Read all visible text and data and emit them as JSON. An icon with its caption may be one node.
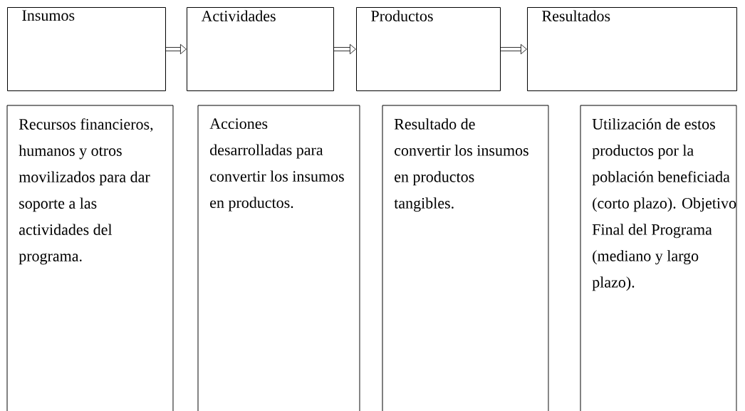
{
  "diagram": {
    "nodes": [
      {
        "text": [
          "Insumos"
        ]
      },
      {
        "text": [
          "Actividades"
        ]
      },
      {
        "text": [
          "Productos"
        ]
      },
      {
        "text": [
          "Resultados"
        ]
      },
      {
        "text": [
          "Recursos financieros, humanos y otros movilizados para dar soporte a las actividades del programa."
        ]
      },
      {
        "text": [
          "Acciones desarrolladas para convertir los insumos en productos."
        ]
      },
      {
        "text": [
          "Resultado de convertir los insumos en productos tangibles."
        ]
      },
      {
        "text": [
          "Utilización de estos productos por la población beneficiada (corto plazo). Objetivo Final del Programa (mediano y largo plazo)."
        ]
      }
    ],
    "edges": [
      {
        "from": 0,
        "to": 1,
        "arrow": "to"
      },
      {
        "from": 1,
        "to": 2,
        "arrow": "to"
      },
      {
        "from": 2,
        "to": 3,
        "arrow": "to"
      }
    ]
  }
}
